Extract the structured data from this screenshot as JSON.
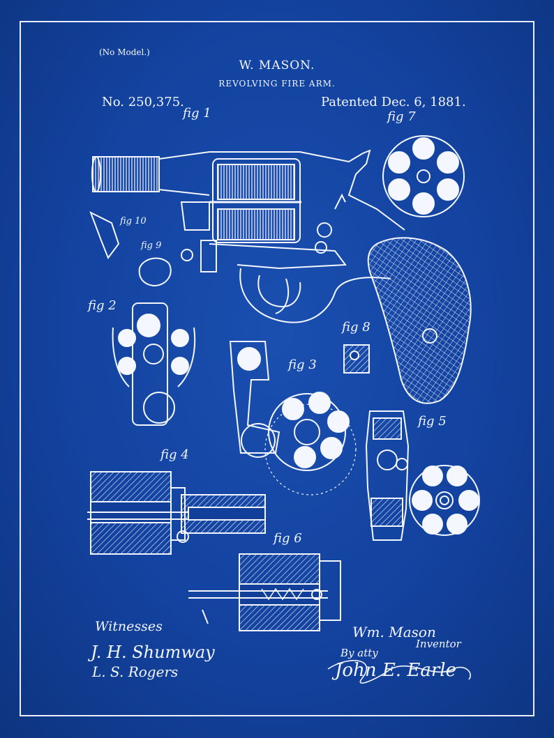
{
  "header": {
    "no_model": "(No Model.)",
    "inventor": "W. MASON.",
    "title": "REVOLVING FIRE ARM.",
    "patent_number": "No. 250,375.",
    "patent_date": "Patented Dec. 6, 1881."
  },
  "figures": {
    "fig1": "fig 1",
    "fig2": "fig 2",
    "fig3": "fig 3",
    "fig4": "fig 4",
    "fig5": "fig 5",
    "fig6": "fig 6",
    "fig7": "fig 7",
    "fig8": "fig 8",
    "fig9": "fig 9",
    "fig10": "fig 10"
  },
  "signatures": {
    "witnesses": "Witnesses",
    "witness_1": "J. H. Shumway",
    "witness_2": "L. S. Rogers",
    "inventor_sig": "Wm. Mason",
    "inventor_role": "Inventor",
    "attorney_prefix": "By atty",
    "attorney_sig": "John E. Earle"
  },
  "colors": {
    "background": "#13429f",
    "line": "#f4f7ff"
  }
}
